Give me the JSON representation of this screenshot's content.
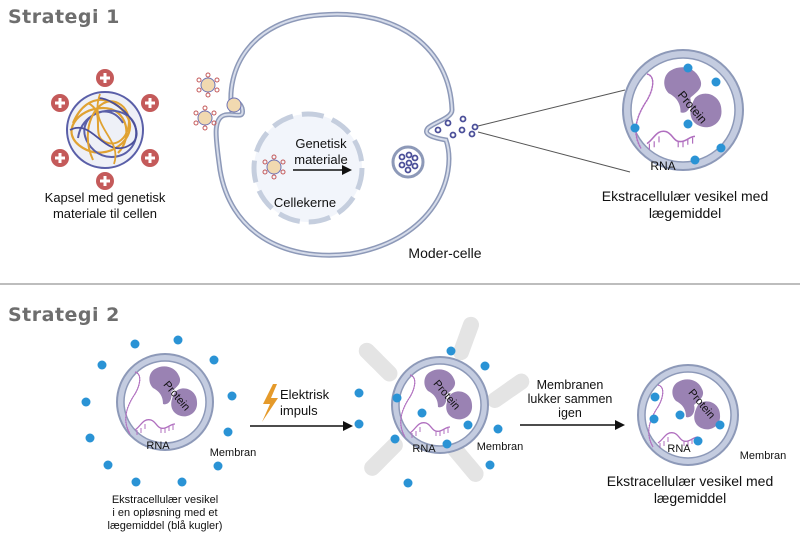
{
  "strategy1": {
    "heading": "Strategi 1",
    "capsule_label_line1": "Kapsel med genetisk",
    "capsule_label_line2": "materiale til cellen",
    "nucleus_arrow_line1": "Genetisk",
    "nucleus_arrow_line2": "materiale",
    "nucleus_label": "Cellekerne",
    "cell_label": "Moder-celle",
    "vesicle_protein_label": "Protein",
    "vesicle_rna_label": "RNA",
    "vesicle_label_line1": "Ekstracellulær vesikel med",
    "vesicle_label_line2": "lægemiddel"
  },
  "strategy2": {
    "heading": "Strategi 2",
    "step1": {
      "protein_label": "Protein",
      "rna_label": "RNA",
      "membrane_label": "Membran",
      "caption_line1": "Ekstracellulær vesikel",
      "caption_line2": "i en opløsning med et",
      "caption_line3": "lægemiddel (blå kugler)"
    },
    "arrow1_line1": "Elektrisk",
    "arrow1_line2": "impuls",
    "step2": {
      "protein_label": "Protein",
      "rna_label": "RNA",
      "membrane_label": "Membran"
    },
    "arrow2_line1": "Membranen",
    "arrow2_line2": "lukker sammen",
    "arrow2_line3": "igen",
    "step3": {
      "protein_label": "Protein",
      "rna_label": "RNA",
      "membrane_label": "Membran",
      "caption_line1": "Ekstracellulær vesikel med",
      "caption_line2": "lægemiddel"
    }
  },
  "colors": {
    "membrane": "#a9b4cc",
    "membrane_edge": "#8d99b8",
    "drug_dot": "#2a93d5",
    "protein": "#9a82b3",
    "rna": "#b06fbf",
    "capsule_plus": "#c45a5a",
    "capsule_strand_gold": "#e0a232",
    "capsule_strand_blue": "#5a5fa8",
    "heading": "#6e6e6e",
    "lightning": "#e59a2a"
  }
}
